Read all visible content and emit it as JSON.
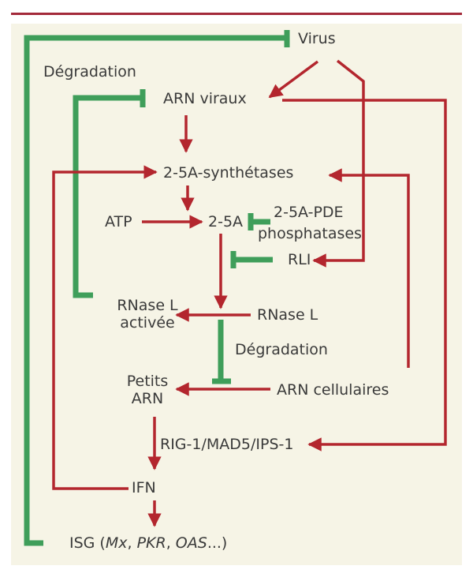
{
  "colors": {
    "panel_bg": "#f6f4e6",
    "top_rule": "#a32a3a",
    "activation_arrow": "#b3262e",
    "inhibition_arrow": "#3f9e5a",
    "text": "#3a3a3a"
  },
  "nodes": {
    "virus": "Virus",
    "degradation_top": "Dégradation",
    "arn_viraux": "ARN viraux",
    "synthetases": "2-5A-synthétases",
    "atp": "ATP",
    "five_a": "2-5A",
    "pde_line1": "2-5A-PDE",
    "pde_line2": "phosphatases",
    "rli": "RLI",
    "rnase_activee_line1": "RNase L",
    "rnase_activee_line2": "activée",
    "rnase_l": "RNase L",
    "degradation_mid": "Dégradation",
    "petits_arn_line1": "Petits",
    "petits_arn_line2": "ARN",
    "arn_cellulaires": "ARN cellulaires",
    "rig": "RIG-1/MAD5/IPS-1",
    "ifn": "IFN",
    "isg_prefix": "ISG (",
    "isg_mx": "Mx",
    "isg_sep1": ", ",
    "isg_pkr": "PKR",
    "isg_sep2": ", ",
    "isg_oas": "OAS",
    "isg_suffix": "...)"
  },
  "arrow_legend": {
    "activation": "red arrowhead",
    "inhibition": "green T-bar"
  }
}
